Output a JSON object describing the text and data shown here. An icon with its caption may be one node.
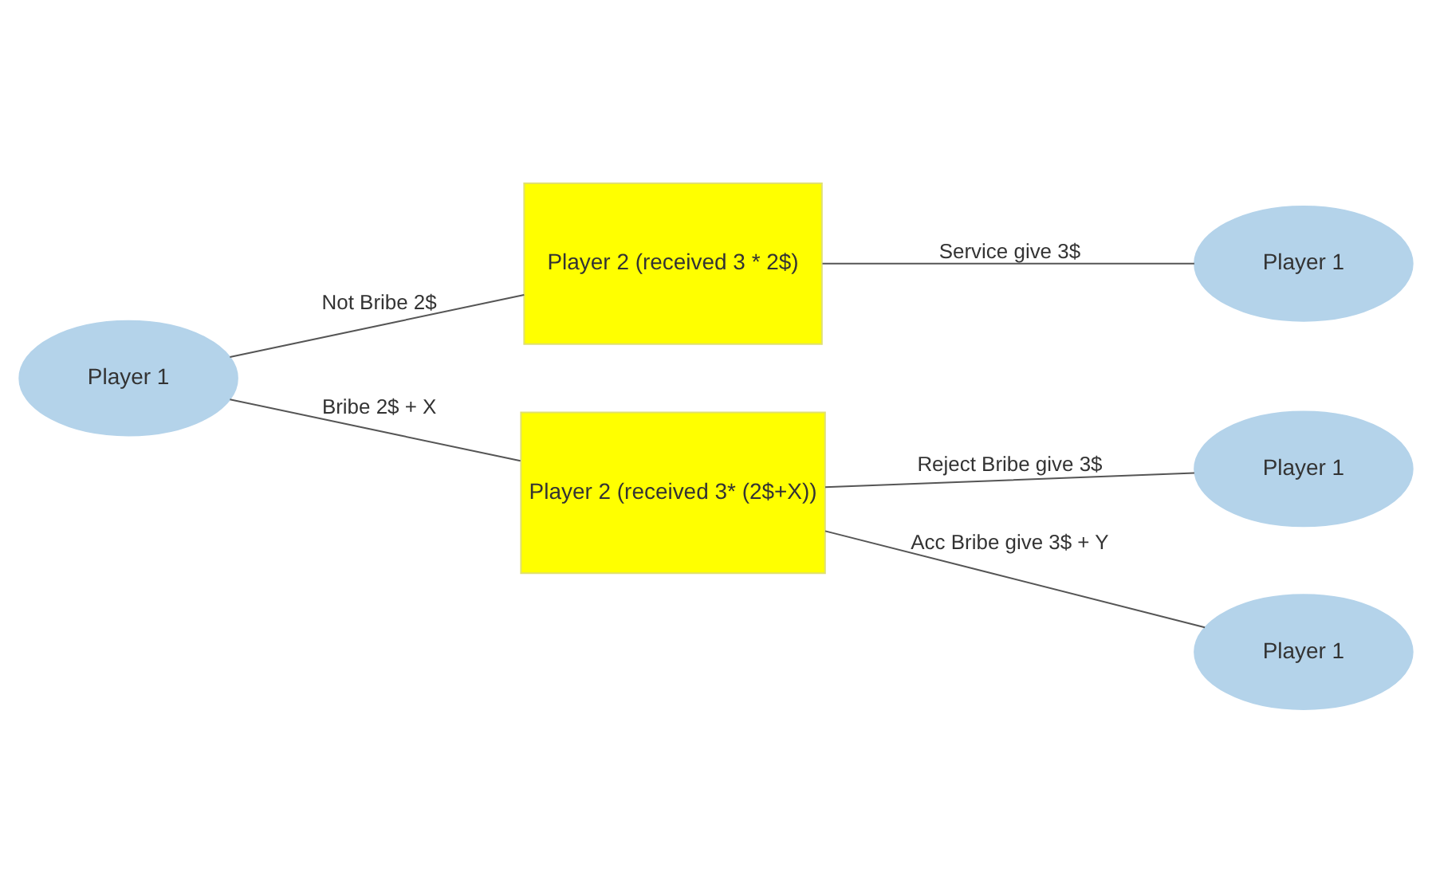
{
  "diagram": {
    "nodes": [
      {
        "text": [
          "Player 1"
        ]
      },
      {
        "text": [
          "Player 2 (received 3 * 2$)"
        ]
      },
      {
        "text": [
          "Player 1"
        ]
      },
      {
        "text": [
          "Player 2 (received 3* (2$+X))"
        ]
      },
      {
        "text": [
          "Player 1"
        ]
      },
      {
        "text": [
          "Player 1"
        ]
      }
    ],
    "edges": [
      {
        "from": 0,
        "to": 1,
        "arrow": "none",
        "label": "Not Bribe 2$"
      },
      {
        "from": 0,
        "to": 3,
        "arrow": "none",
        "label": "Bribe 2$ + X"
      },
      {
        "from": 1,
        "to": 2,
        "arrow": "none",
        "label": "Service give 3$"
      },
      {
        "from": 3,
        "to": 4,
        "arrow": "none",
        "label": "Reject Bribe give 3$"
      },
      {
        "from": 3,
        "to": 5,
        "arrow": "none",
        "label": "Acc Bribe give 3$ + Y"
      }
    ]
  }
}
